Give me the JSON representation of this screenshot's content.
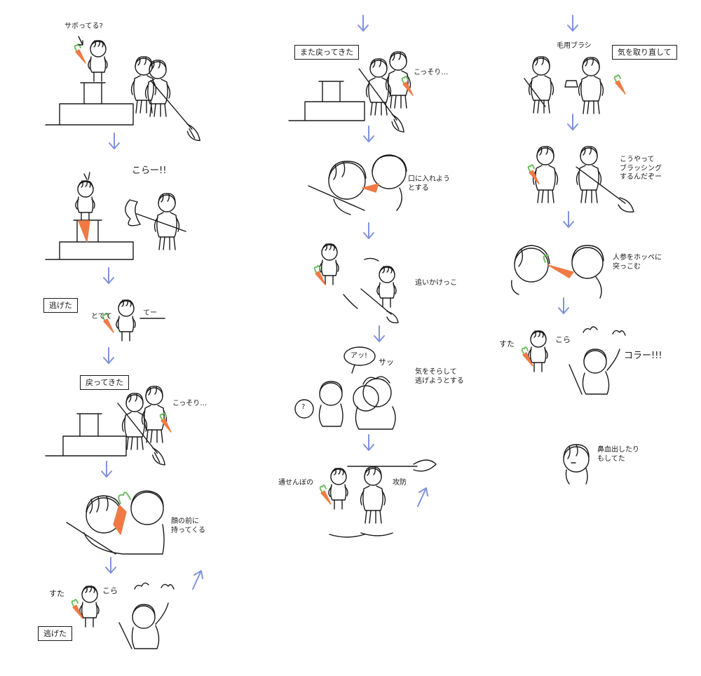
{
  "palette": {
    "ink": "#1a1a1a",
    "arrow": "#7f93dc",
    "carrot": "#f07a45",
    "leaf": "#6fbf62"
  },
  "column1": {
    "p1_question": "サボってる?",
    "p2_shout": "こらー!!",
    "p3_caption": "逃げた",
    "p3_sfx_a": "とてて",
    "p3_sfx_b": "てー",
    "p4_caption": "戻ってきた",
    "p4_sfx": "こっそり…",
    "p5_note": "顔の前に\n持ってくる",
    "p6_sfx_a": "すた",
    "p6_sfx_b": "こら",
    "p6_caption": "逃げた"
  },
  "column2": {
    "p1_caption": "また戻ってきた",
    "p1_sfx": "こっそり…",
    "p2_note": "口に入れよう\nとする",
    "p3_note": "追いかけっこ",
    "p4_speech": "アッ!",
    "p4_sfx": "サッ",
    "p4_note": "気をそらして\n逃げようとする",
    "p4_question": "?",
    "p5_left": "通せんぼの",
    "p5_right": "攻防"
  },
  "column3": {
    "p1_label": "毛用ブラシ",
    "p1_caption": "気を取り直して",
    "p2_note": "こうやって\nブラッシング\nするんだぞー",
    "p3_note": "人参をホッペに\n突っこむ",
    "p4_sfx_a": "すた",
    "p4_sfx_b": "こら",
    "p4_shout": "コラー!!!",
    "p5_note": "鼻血出したり\nもしてた"
  }
}
